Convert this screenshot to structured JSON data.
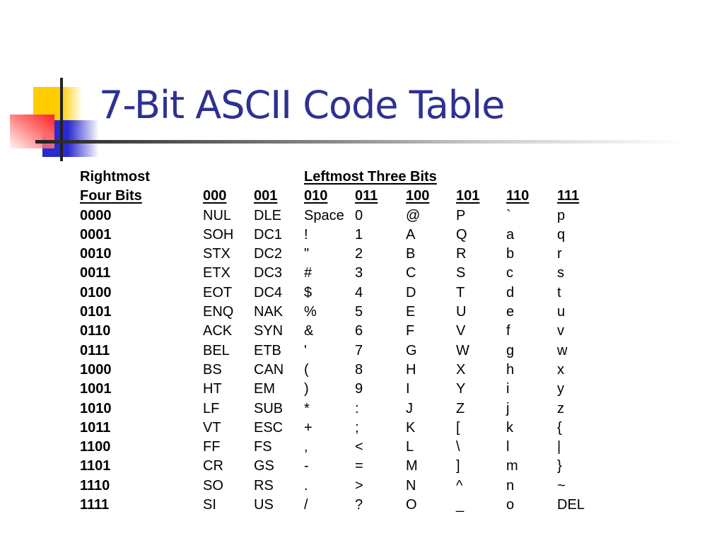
{
  "title": "7-Bit ASCII Code Table",
  "header": {
    "rightmost_label_line1": "Rightmost",
    "rightmost_label_line2": "Four Bits",
    "leftmost_label": "Leftmost Three Bits",
    "columns": [
      "000",
      "001",
      "010",
      "011",
      "100",
      "101",
      "110",
      "111"
    ]
  },
  "rows": [
    {
      "bits": "0000",
      "cells": [
        "NUL",
        "DLE",
        "Space",
        "0",
        "@",
        "P",
        "`",
        "p"
      ]
    },
    {
      "bits": "0001",
      "cells": [
        "SOH",
        "DC1",
        "!",
        "1",
        "A",
        "Q",
        "a",
        "q"
      ]
    },
    {
      "bits": "0010",
      "cells": [
        "STX",
        "DC2",
        "\"",
        "2",
        "B",
        "R",
        "b",
        "r"
      ]
    },
    {
      "bits": "0011",
      "cells": [
        "ETX",
        "DC3",
        "#",
        "3",
        "C",
        "S",
        "c",
        "s"
      ]
    },
    {
      "bits": "0100",
      "cells": [
        "EOT",
        "DC4",
        "$",
        "4",
        "D",
        "T",
        "d",
        "t"
      ]
    },
    {
      "bits": "0101",
      "cells": [
        "ENQ",
        "NAK",
        "%",
        "5",
        "E",
        "U",
        "e",
        "u"
      ]
    },
    {
      "bits": "0110",
      "cells": [
        "ACK",
        "SYN",
        "&",
        "6",
        "F",
        "V",
        "f",
        "v"
      ]
    },
    {
      "bits": "0111",
      "cells": [
        "BEL",
        "ETB",
        "'",
        "7",
        "G",
        "W",
        "g",
        "w"
      ]
    },
    {
      "bits": "1000",
      "cells": [
        "BS",
        "CAN",
        "(",
        "8",
        "H",
        "X",
        "h",
        "x"
      ]
    },
    {
      "bits": "1001",
      "cells": [
        "HT",
        "EM",
        ")",
        "9",
        "I",
        "Y",
        "i",
        "y"
      ]
    },
    {
      "bits": "1010",
      "cells": [
        "LF",
        "SUB",
        "*",
        ":",
        "J",
        "Z",
        "j",
        "z"
      ]
    },
    {
      "bits": "1011",
      "cells": [
        "VT",
        "ESC",
        "+",
        ";",
        "K",
        "[",
        "k",
        "{"
      ]
    },
    {
      "bits": "1100",
      "cells": [
        "FF",
        "FS",
        ",",
        "<",
        "L",
        "\\",
        "l",
        "|"
      ]
    },
    {
      "bits": "1101",
      "cells": [
        "CR",
        "GS",
        "-",
        "=",
        "M",
        "]",
        "m",
        "}"
      ]
    },
    {
      "bits": "1110",
      "cells": [
        "SO",
        "RS",
        ".",
        ">",
        "N",
        "^",
        "n",
        "~"
      ]
    },
    {
      "bits": "1111",
      "cells": [
        "SI",
        "US",
        "/",
        "?",
        "O",
        "_",
        "o",
        "DEL"
      ]
    }
  ],
  "colors": {
    "title": "#2e3192",
    "deco_yellow": "#ffcc00",
    "deco_blue": "#2a2ad0",
    "deco_red": "#ff2020"
  }
}
